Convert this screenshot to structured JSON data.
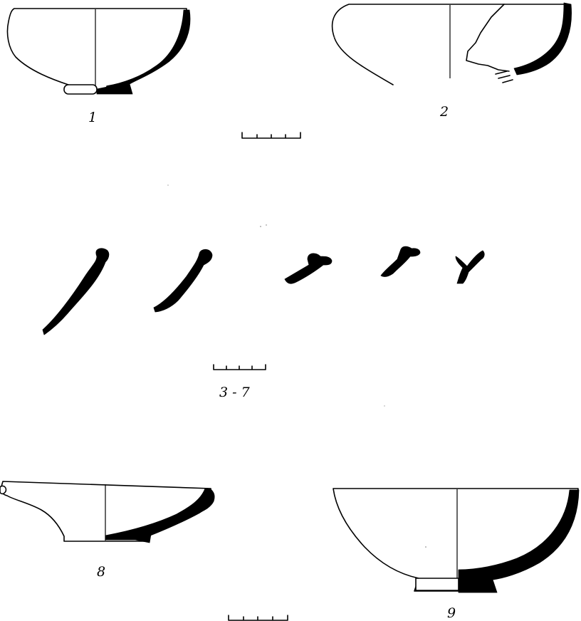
{
  "figure_labels": {
    "fig1": "1",
    "fig2": "2",
    "fig3_7": "3 - 7",
    "fig8": "8",
    "fig9": "9"
  },
  "colors": {
    "ink": "#000000",
    "paper": "#ffffff"
  }
}
